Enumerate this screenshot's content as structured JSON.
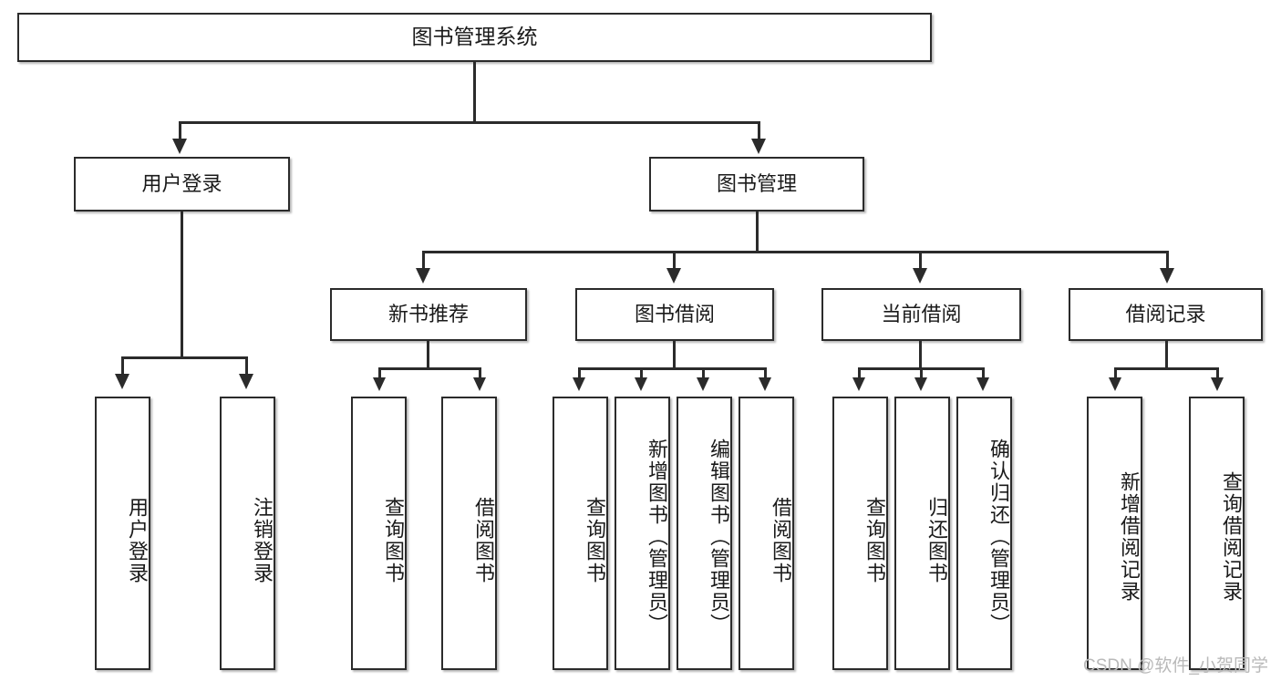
{
  "diagram": {
    "title": "图书管理系统",
    "type": "tree",
    "root": {
      "label": "图书管理系统"
    },
    "level2": [
      {
        "label": "用户登录"
      },
      {
        "label": "图书管理"
      }
    ],
    "level3": [
      {
        "label": "新书推荐"
      },
      {
        "label": "图书借阅"
      },
      {
        "label": "当前借阅"
      },
      {
        "label": "借阅记录"
      }
    ],
    "leaves": {
      "user_login": [
        {
          "label": "用户登录"
        },
        {
          "label": "注销登录"
        }
      ],
      "new_book": [
        {
          "label": "查询图书"
        },
        {
          "label": "借阅图书"
        }
      ],
      "book_borrow": [
        {
          "label": "查询图书"
        },
        {
          "label": "新增图书（管理员）"
        },
        {
          "label": "编辑图书（管理员）"
        },
        {
          "label": "借阅图书"
        }
      ],
      "current_borrow": [
        {
          "label": "查询图书"
        },
        {
          "label": "归还图书"
        },
        {
          "label": "确认归还（管理员）"
        }
      ],
      "borrow_record": [
        {
          "label": "新增借阅记录"
        },
        {
          "label": "查询借阅记录"
        }
      ]
    }
  },
  "watermark": {
    "text": "CSDN @软件_小贺同学"
  },
  "colors": {
    "stroke": "#2b2b2b",
    "fill": "#ffffff",
    "text": "#1a1a1a",
    "watermark": "#b9b9b9"
  }
}
